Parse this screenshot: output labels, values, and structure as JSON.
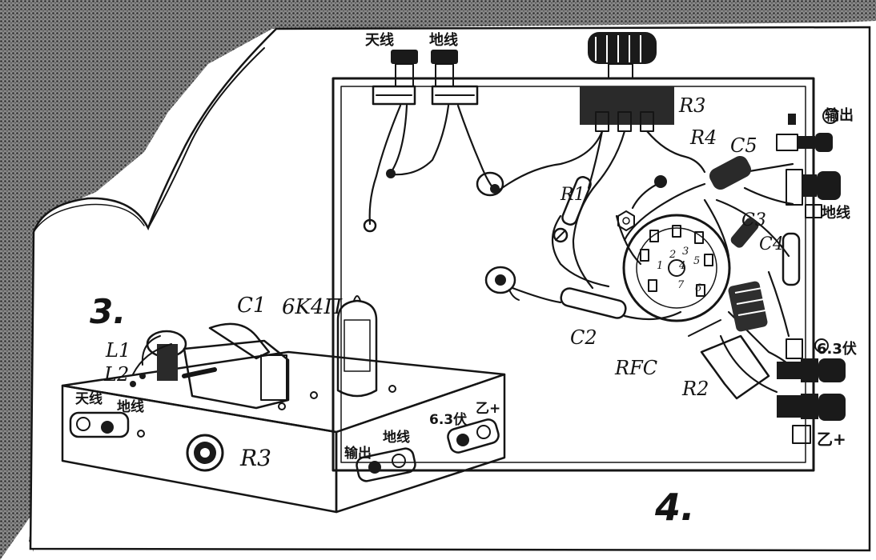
{
  "figure_numbers": {
    "fig3": "3.",
    "fig4": "4."
  },
  "fig3": {
    "top_labels": {
      "l1": "L1",
      "l2": "L2",
      "c1": "C1",
      "tube": "6K4П"
    },
    "front_panel": {
      "antenna": "天线",
      "ground": "地线",
      "r3": "R3"
    },
    "side_panel": {
      "output": "输出",
      "ground": "地线",
      "heater": "6.3伏",
      "b_plus": "乙+"
    }
  },
  "fig4": {
    "top_terminals": {
      "antenna": "天线",
      "ground": "地线"
    },
    "right_terminals": {
      "output": "输出",
      "ground": "地线",
      "heater": "6.3伏",
      "b_plus": "乙+"
    },
    "components": {
      "r1": "R1",
      "r2": "R2",
      "r3": "R3",
      "r4": "R4",
      "c2": "C2",
      "c3": "C3",
      "c4": "C4",
      "c5": "C5",
      "rfc": "RFC"
    },
    "socket_pins": [
      "1",
      "2",
      "3",
      "4",
      "5",
      "6",
      "7"
    ]
  },
  "colors": {
    "ink": "#151515",
    "paper": "#ffffff",
    "halftone": "#6e6e6e"
  }
}
